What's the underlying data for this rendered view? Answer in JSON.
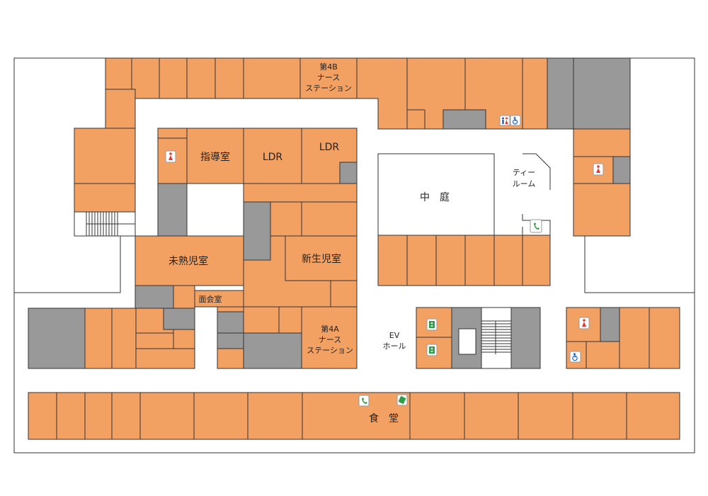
{
  "floor_map": {
    "labels": {
      "nurse_4b_line1": "第4B",
      "nurse_4b_line2": "ナース",
      "nurse_4b_line3": "ステーション",
      "nurse_4a_line1": "第4A",
      "nurse_4a_line2": "ナース",
      "nurse_4a_line3": "ステーション",
      "guidance_room": "指導室",
      "ldr_1": "LDR",
      "ldr_2": "LDR",
      "courtyard": "中　庭",
      "tea_room_line1": "ティー",
      "tea_room_line2": "ルーム",
      "premature_room": "未熟児室",
      "newborn_room": "新生児室",
      "visiting_room": "面会室",
      "ev_hall_line1": "EV",
      "ev_hall_line2": "ホール",
      "dining_hall": "食　堂"
    },
    "icons": {
      "restroom": "restroom-icon",
      "accessible": "wheelchair-icon",
      "phone": "phone-icon",
      "card_phone": "card-phone-icon",
      "elevator": "elevator-icon"
    },
    "colors": {
      "room": "#f3a163",
      "service": "#999999",
      "restroom_red": "#e53935",
      "phone_green": "#2e9d4a",
      "accessible_blue": "#1f5fb4"
    }
  }
}
